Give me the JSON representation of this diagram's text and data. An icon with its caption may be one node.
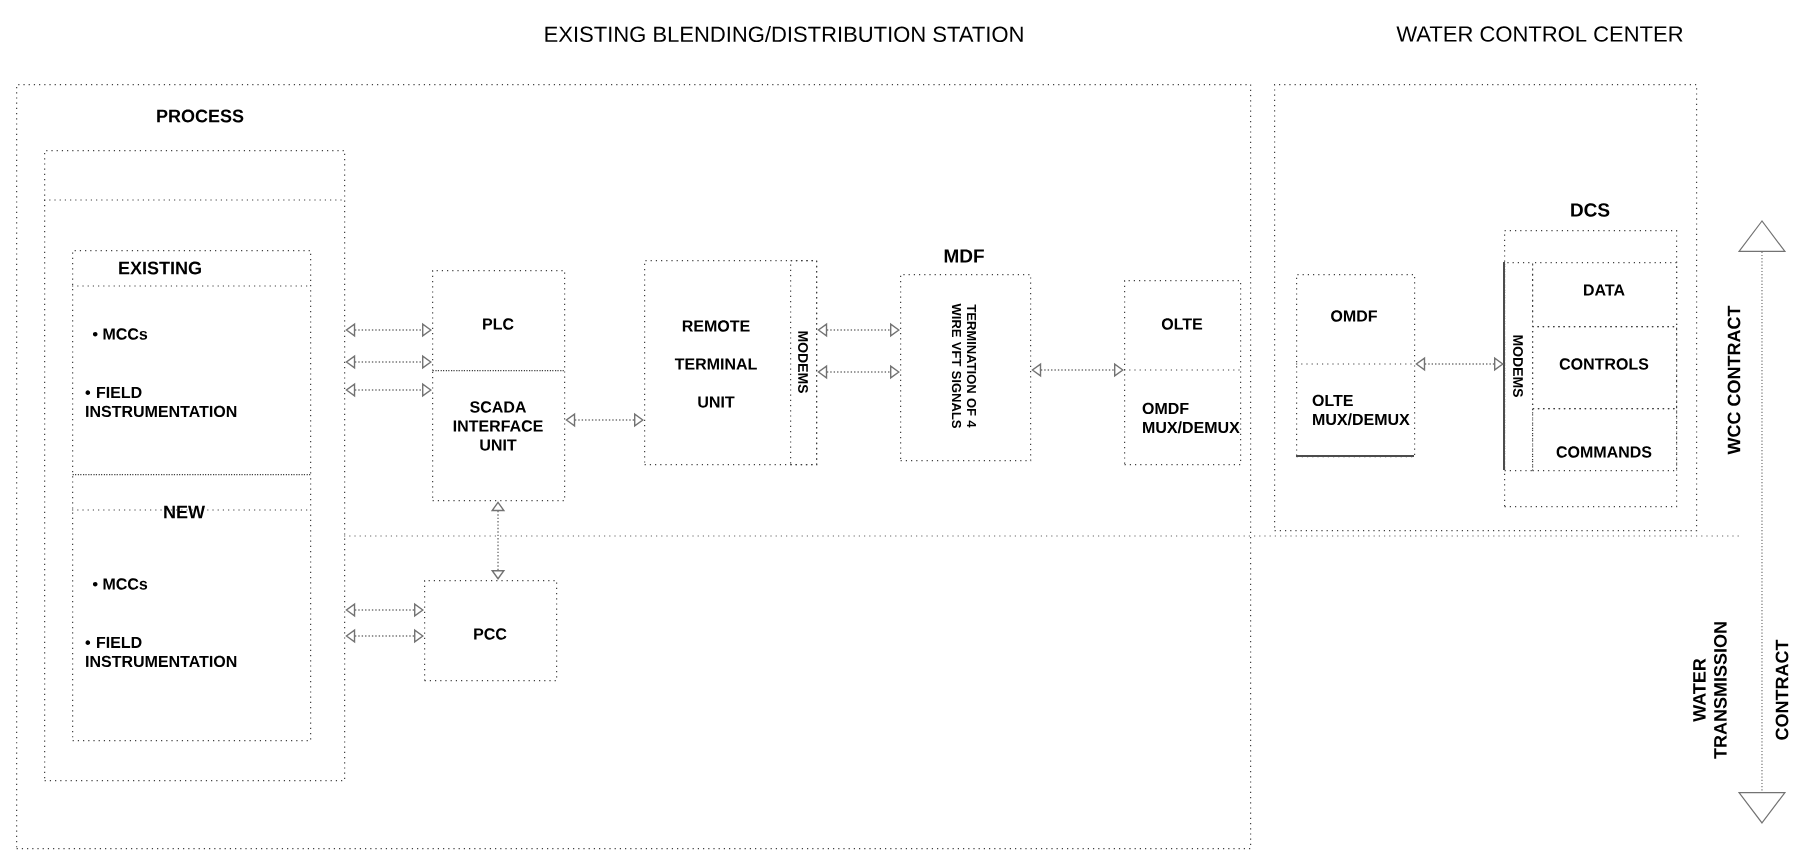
{
  "diagram": {
    "nodes": [
      {
        "text": [
          "EXISTING BLENDING/DISTRIBUTION STATION"
        ]
      },
      {
        "text": [
          "WATER CONTROL CENTER"
        ]
      },
      {
        "text": [
          "PROCESS"
        ],
        "in": 0
      },
      {
        "text": [
          "EXISTING",
          "• MCCs",
          "• FIELD INSTRUMENTATION"
        ],
        "in": 2
      },
      {
        "text": [
          "NEW",
          "• MCCs",
          "• FIELD INSTRUMENTATION"
        ],
        "in": 2
      },
      {
        "text": [
          "PLC"
        ],
        "in": 0
      },
      {
        "text": [
          "SCADA INTERFACE UNIT"
        ],
        "in": 0
      },
      {
        "text": [
          "PCC"
        ],
        "in": 0
      },
      {
        "text": [
          "REMOTE TERMINAL UNIT"
        ],
        "in": 0
      },
      {
        "text": [
          "MODEMS"
        ],
        "in": 8
      },
      {
        "text": [
          "MDF",
          "TERMINATION OF 4 WIRE VFT SIGNALS"
        ],
        "in": 0
      },
      {
        "text": [
          "OLTE",
          "OMDF MUX/DEMUX"
        ],
        "in": 0
      },
      {
        "text": [
          "OMDF",
          "OLTE MUX/DEMUX"
        ],
        "in": 1
      },
      {
        "text": [
          "DCS"
        ],
        "in": 1
      },
      {
        "text": [
          "MODEMS"
        ],
        "in": 13
      },
      {
        "text": [
          "DATA"
        ],
        "in": 13
      },
      {
        "text": [
          "CONTROLS"
        ],
        "in": 13
      },
      {
        "text": [
          "COMMANDS"
        ],
        "in": 13
      }
    ],
    "edges": [
      {
        "from": 2,
        "to": 5,
        "arrow": "both"
      },
      {
        "from": 2,
        "to": 6,
        "arrow": "both"
      },
      {
        "from": 2,
        "to": 6,
        "arrow": "both"
      },
      {
        "from": 2,
        "to": 7,
        "arrow": "both"
      },
      {
        "from": 2,
        "to": 7,
        "arrow": "both"
      },
      {
        "from": 6,
        "to": 7,
        "arrow": "both"
      },
      {
        "from": 6,
        "to": 8,
        "arrow": "both"
      },
      {
        "from": 9,
        "to": 10,
        "arrow": "both"
      },
      {
        "from": 9,
        "to": 10,
        "arrow": "both"
      },
      {
        "from": 10,
        "to": 11,
        "arrow": "both"
      },
      {
        "from": 12,
        "to": 14,
        "arrow": "both"
      }
    ],
    "labels": [
      "WCC CONTRACT",
      "WATER TRANSMISSION",
      "CONTRACT"
    ]
  }
}
